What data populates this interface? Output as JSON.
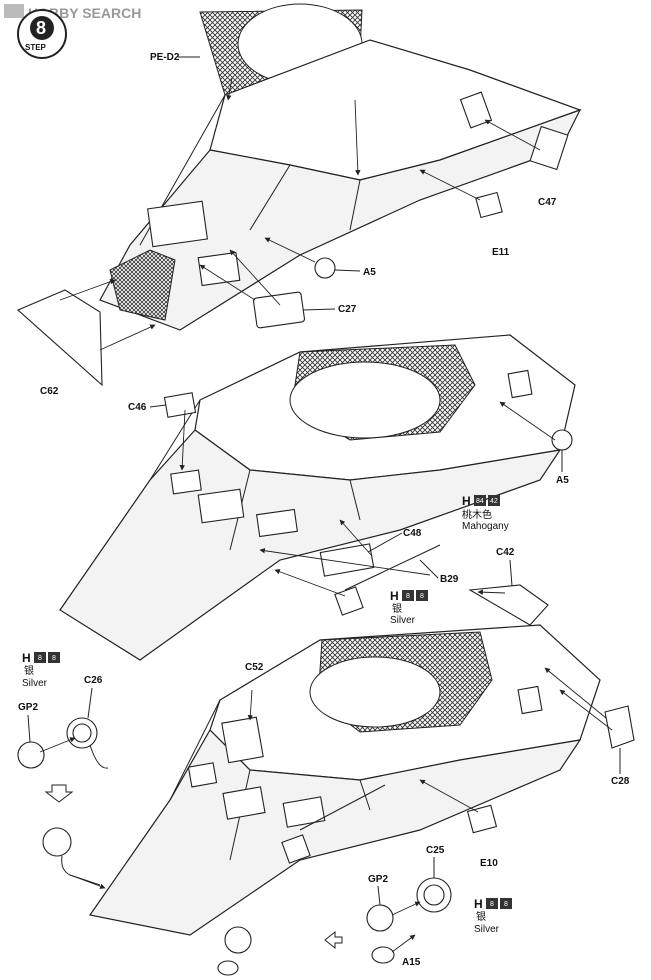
{
  "watermark": {
    "text": "HOBBY SEARCH"
  },
  "step": {
    "label": "STEP",
    "number": "8"
  },
  "parts": {
    "pe_d2": "PE-D2",
    "c47": "C47",
    "e11": "E11",
    "a5_top": "A5",
    "c27": "C27",
    "c62": "C62",
    "c46": "C46",
    "a5_mid": "A5",
    "c48": "C48",
    "b29": "B29",
    "c42": "C42",
    "c52": "C52",
    "c26": "C26",
    "gp2_left": "GP2",
    "c28": "C28",
    "e10": "E10",
    "c25": "C25",
    "gp2_bottom": "GP2",
    "a15": "A15"
  },
  "paints": {
    "mahogany": {
      "prefix": "H",
      "codes": [
        "84",
        "42"
      ],
      "name_cn": "桃木色",
      "name_en": "Mahogany"
    },
    "silver_mid": {
      "prefix": "H",
      "codes": [
        "8",
        "8"
      ],
      "name_cn": "银",
      "name_en": "Silver"
    },
    "silver_left": {
      "prefix": "H",
      "codes": [
        "8",
        "8"
      ],
      "name_cn": "银",
      "name_en": "Silver"
    },
    "silver_bottom": {
      "prefix": "H",
      "codes": [
        "8",
        "8"
      ],
      "name_cn": "银",
      "name_en": "Silver"
    }
  },
  "icons": [
    "step-badge-icon",
    "down-arrow-icon",
    "left-arrow-icon"
  ],
  "colors": {
    "line": "#222222",
    "code_box": "#333333",
    "mesh": "#555555"
  }
}
